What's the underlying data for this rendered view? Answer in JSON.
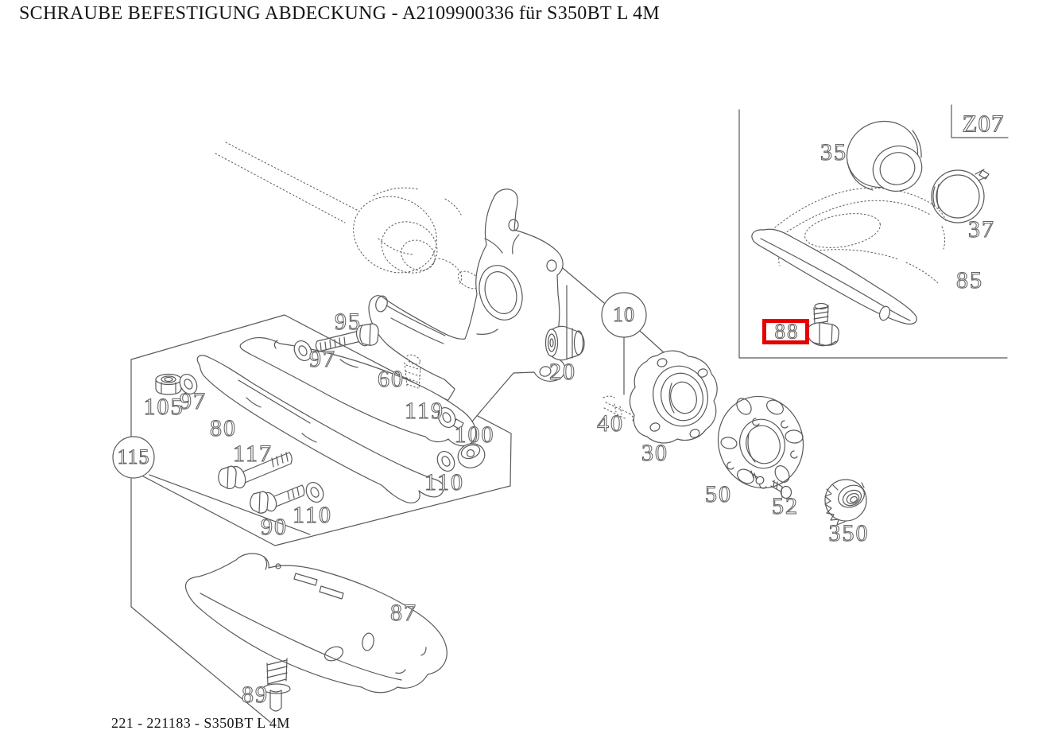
{
  "title": "SCHRAUBE BEFESTIGUNG ABDECKUNG - A2109900336 für S350BT L 4M",
  "footer": "221 - 221183 - S350BT L 4M",
  "diagram": {
    "type": "exploded-parts-diagram",
    "labels": {
      "l95": "95",
      "l97a": "97",
      "l97b": "97",
      "l105": "105",
      "l80": "80",
      "l117": "117",
      "l115": "115",
      "l90": "90",
      "l110a": "110",
      "l110b": "110",
      "l100": "100",
      "l119": "119",
      "l60": "60",
      "l20": "20",
      "l10": "10",
      "l40": "40",
      "l30": "30",
      "l50": "50",
      "l52": "52",
      "l350": "350",
      "l87": "87",
      "l89": "89"
    },
    "inset": {
      "code": "Z07",
      "labels": {
        "l35": "35",
        "l37": "37",
        "l85": "85",
        "l88": "88"
      },
      "highlighted_part": "88"
    }
  },
  "colors": {
    "line": "#595959",
    "label_outline": "#636363",
    "highlight": "#e60000",
    "text": "#141414",
    "background": "#ffffff"
  }
}
